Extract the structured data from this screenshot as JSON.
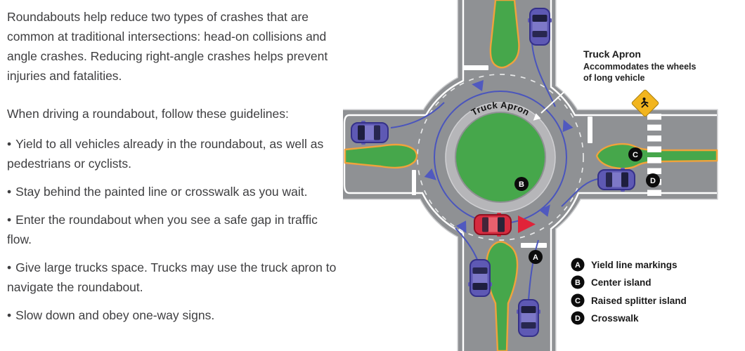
{
  "panel": {
    "intro": "Roundabouts help reduce two types of crashes that are common at traditional intersections: head-on collisions and angle crashes. Reducing right-angle crashes helps prevent injuries and fatalities.",
    "guidelines_heading": "When driving a roundabout, follow these guidelines:",
    "bullet_char": "•",
    "bullets": [
      "Yield to all vehicles already in the roundabout, as well as pedestrians or cyclists.",
      "Stay behind the painted line or crosswalk as you wait.",
      "Enter the roundabout when you see a safe gap in traffic flow.",
      "Give large trucks space. Trucks may use the truck apron to navigate the roundabout.",
      "Slow down and obey one-way signs."
    ]
  },
  "diagram": {
    "apron_arc_label": "Truck Apron",
    "callout": {
      "title": "Truck Apron",
      "line1": "Accommodates the wheels",
      "line2": "of long vehicle"
    },
    "markers": {
      "a": "A",
      "b": "B",
      "c": "C",
      "d": "D"
    },
    "legend": {
      "items": [
        {
          "letter": "A",
          "label": "Yield line markings"
        },
        {
          "letter": "B",
          "label": "Center island"
        },
        {
          "letter": "C",
          "label": "Raised splitter island"
        },
        {
          "letter": "D",
          "label": "Crosswalk"
        }
      ]
    }
  },
  "colors": {
    "road_gray": "#8f9194",
    "road_edge": "#c9cacc",
    "truck_apron_gray": "#b6b6b9",
    "island_green": "#46a74b",
    "splitter_border_orange": "#f0a23c",
    "route_blue": "#4a55bd",
    "flow_arrow_blue": "#5059bf",
    "car_blue": "#5e59b4",
    "car_red": "#d62b3f",
    "red_arrow": "#e02339",
    "sign_yellow": "#f2b51e",
    "marker_black": "#0c0c0c",
    "text_gray": "#3e3e40"
  }
}
